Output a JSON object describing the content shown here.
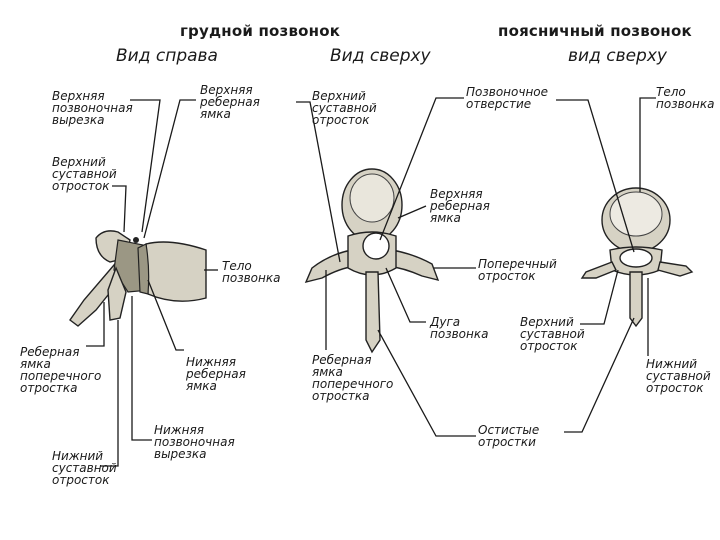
{
  "headers": {
    "thoracic": "грудной позвонок",
    "lumbar": "поясничный позвонок"
  },
  "views": {
    "right_side": "Вид справа",
    "top_thoracic": "Вид сверху",
    "top_lumbar": "вид сверху"
  },
  "labels": {
    "upper_vertebral_notch": "Верхняя\nпозвоночная\nвырезка",
    "upper_costal_facet": "Верхняя\nреберная\nямка",
    "upper_articular_process_side": "Верхний\nсуставной\nотросток",
    "vertebral_body_side": "Тело\nпозвонка",
    "costal_facet_transverse_side": "Реберная\nямка\nпоперечного\nотростка",
    "lower_costal_facet": "Нижняя\nреберная\nямка",
    "lower_vertebral_notch": "Нижняя\nпозвоночная\nвырезка",
    "lower_articular_process_side": "Нижний\nсуставной\nотросток",
    "upper_articular_process_top": "Верхний\nсуставной\nотросток",
    "vertebral_foramen": "Позвоночное\nотверстие",
    "upper_costal_facet_top": "Верхняя\nреберная\nямка",
    "transverse_process": "Поперечный\nотросток",
    "vertebral_arch": "Дуга\nпозвонка",
    "costal_facet_transverse_top": "Реберная\nямка\nпоперечного\nотростка",
    "spinous_processes": "Остистые\nотростки",
    "vertebral_body_lumbar": "Тело\nпозвонка",
    "upper_articular_process_lumbar": "Верхний\nсуставной\nотросток",
    "lower_articular_process_lumbar": "Нижний\nсуставной\nотросток"
  }
}
